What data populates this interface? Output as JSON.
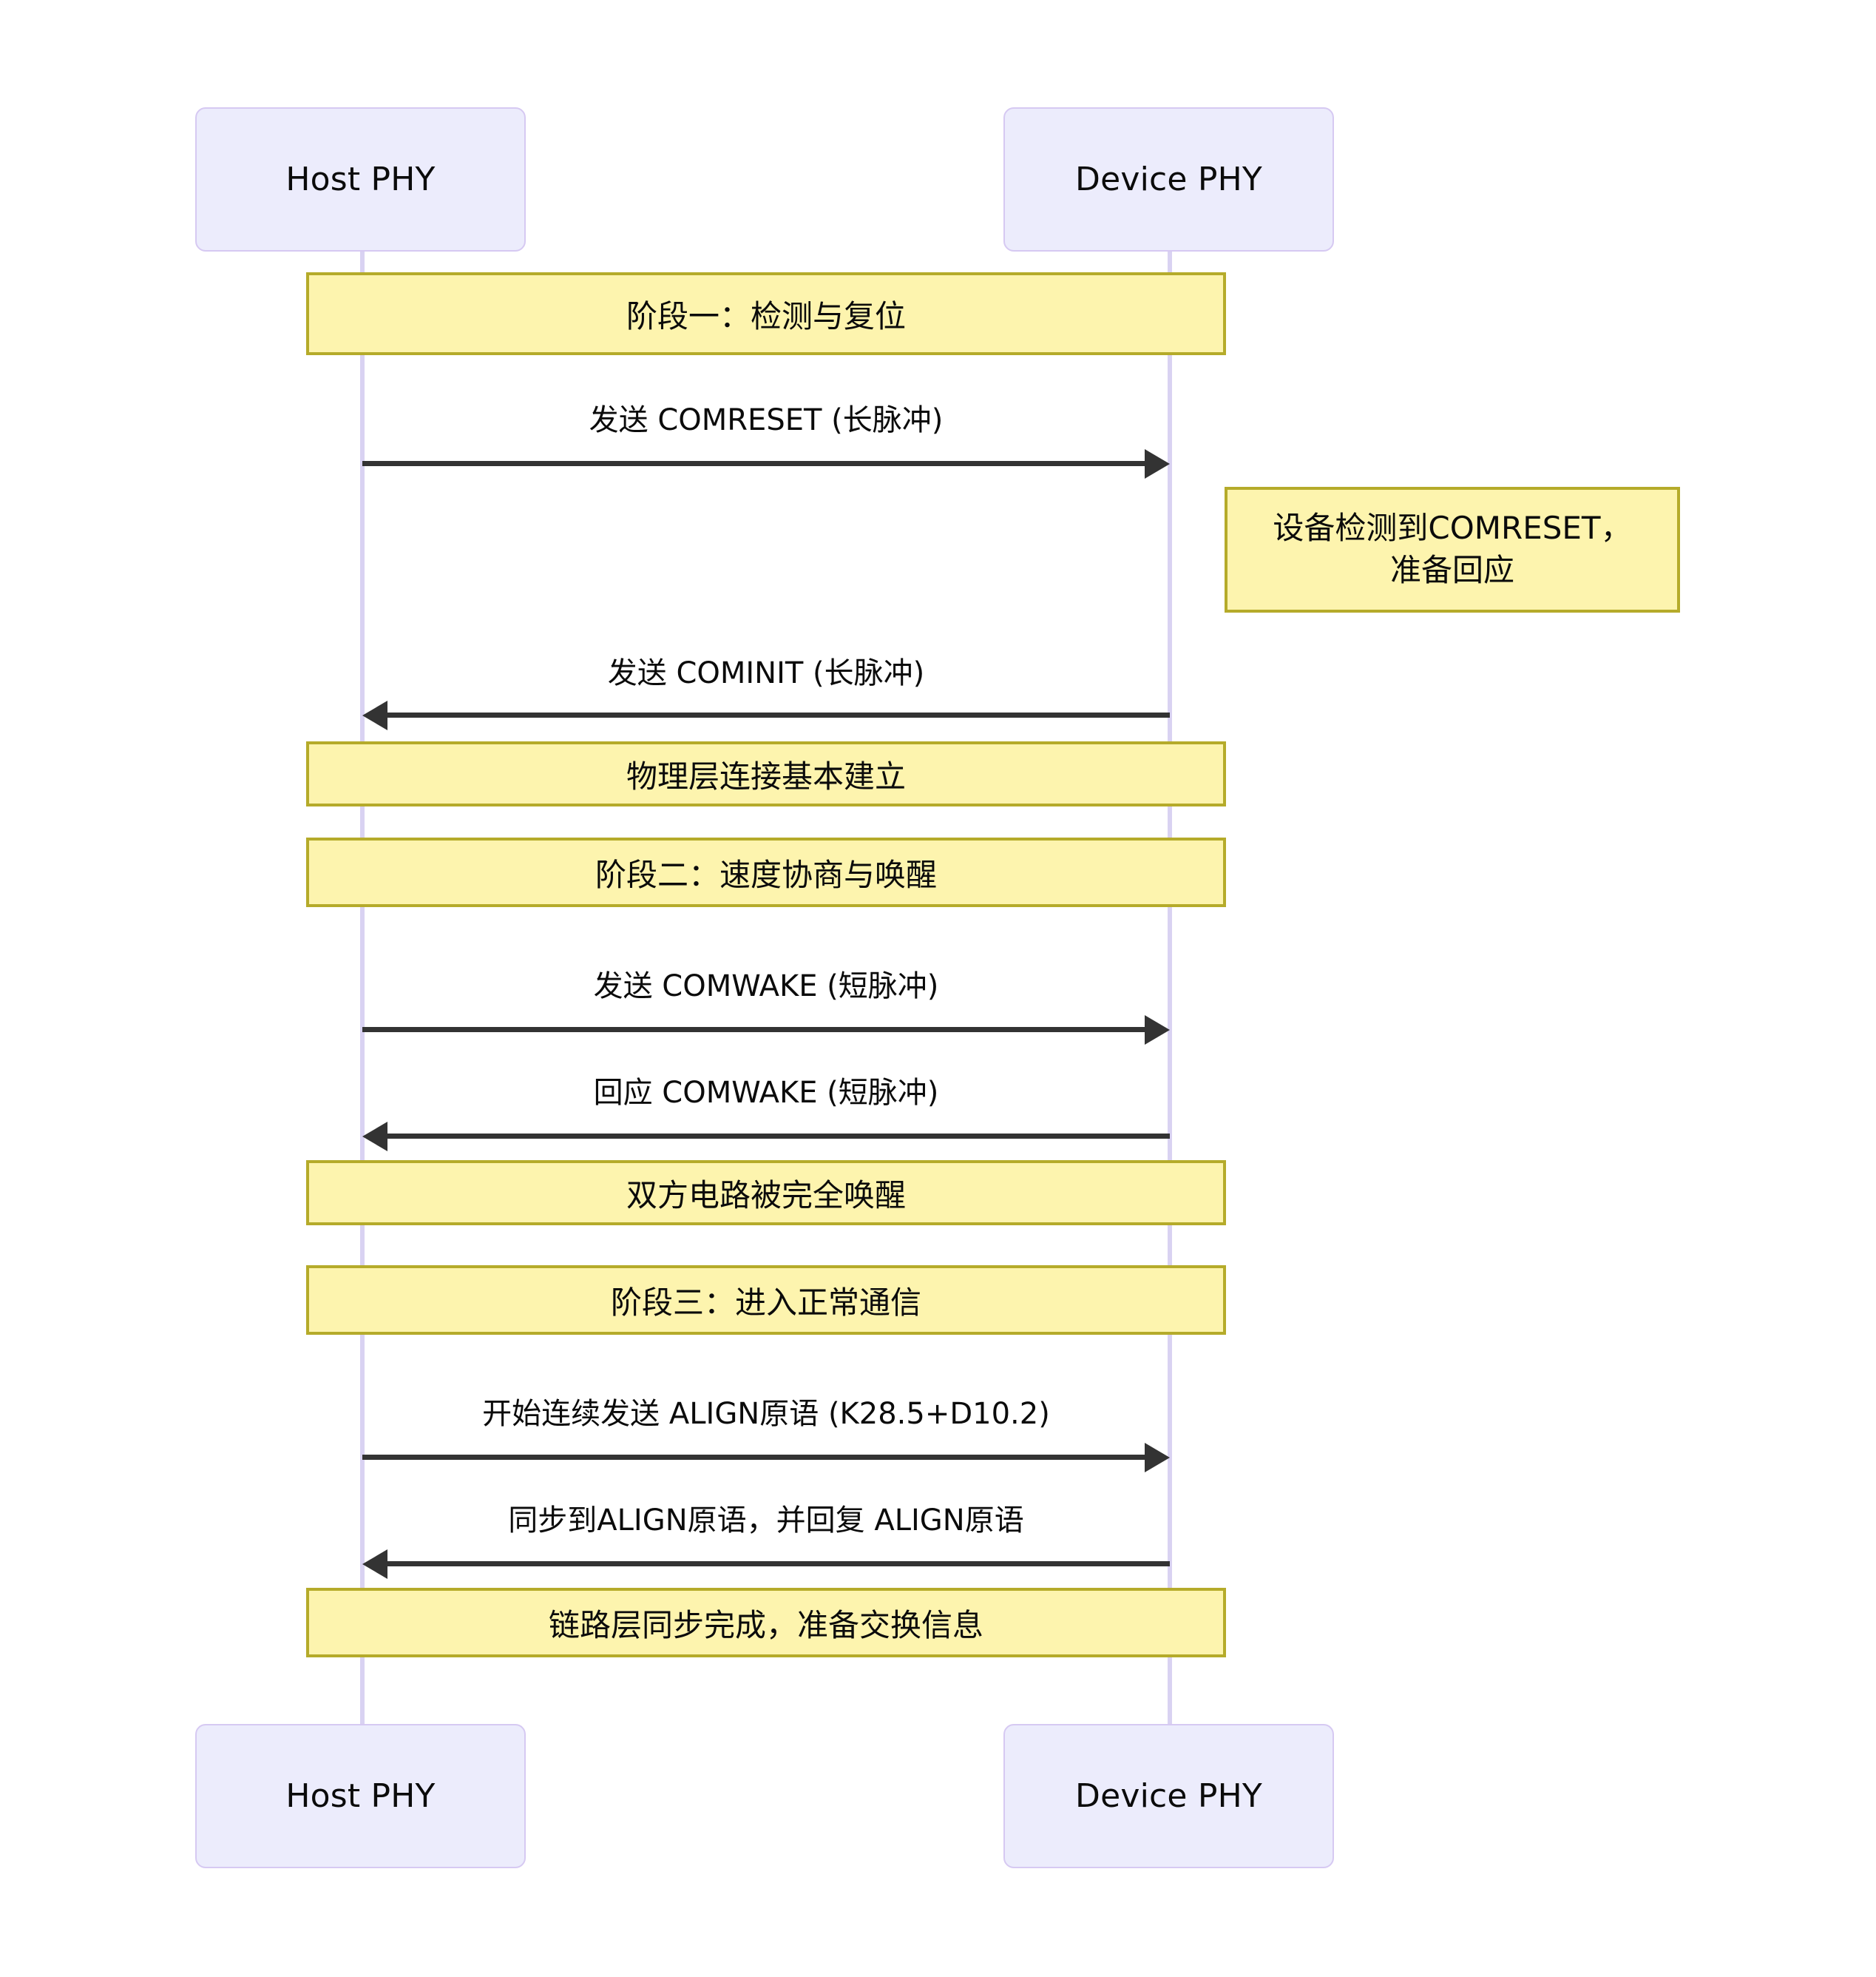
{
  "diagram": {
    "type": "sequence-diagram",
    "background": "#ffffff",
    "colors": {
      "participant_fill": "#ececfc",
      "participant_border": "#d6c9f2",
      "lifeline": "#d9d2f2",
      "note_fill": "#fdf4ae",
      "note_border": "#b5ab2a",
      "arrow": "#333333",
      "text": "#0b0b0b"
    }
  },
  "participants": [
    {
      "id": "host",
      "label": "Host PHY"
    },
    {
      "id": "device",
      "label": "Device PHY"
    }
  ],
  "participants_bottom": [
    {
      "id": "host",
      "label": "Host PHY"
    },
    {
      "id": "device",
      "label": "Device PHY"
    }
  ],
  "dividers": [
    {
      "id": "phase1",
      "label": "阶段一：检测与复位"
    },
    {
      "id": "phy-link-established",
      "label": "物理层连接基本建立"
    },
    {
      "id": "phase2",
      "label": "阶段二：速度协商与唤醒"
    },
    {
      "id": "both-awake",
      "label": "双方电路被完全唤醒"
    },
    {
      "id": "phase3",
      "label": "阶段三：进入正常通信"
    },
    {
      "id": "link-sync-done",
      "label": "链路层同步完成，准备交换信息"
    }
  ],
  "notes": [
    {
      "id": "device-detect-comreset",
      "label": "设备检测到COMRESET，\n准备回应",
      "side": "right-of-device"
    }
  ],
  "messages": [
    {
      "id": "comreset",
      "label": "发送 COMRESET (长脉冲)",
      "from": "host",
      "to": "device",
      "direction": "right"
    },
    {
      "id": "cominit",
      "label": "发送 COMINIT (长脉冲)",
      "from": "device",
      "to": "host",
      "direction": "left"
    },
    {
      "id": "comwake-req",
      "label": "发送 COMWAKE (短脉冲)",
      "from": "host",
      "to": "device",
      "direction": "right"
    },
    {
      "id": "comwake-rsp",
      "label": "回应 COMWAKE (短脉冲)",
      "from": "device",
      "to": "host",
      "direction": "left"
    },
    {
      "id": "align-send",
      "label": "开始连续发送 ALIGN原语 (K28.5+D10.2)",
      "from": "host",
      "to": "device",
      "direction": "right"
    },
    {
      "id": "align-reply",
      "label": "同步到ALIGN原语，并回复 ALIGN原语",
      "from": "device",
      "to": "host",
      "direction": "left"
    }
  ]
}
